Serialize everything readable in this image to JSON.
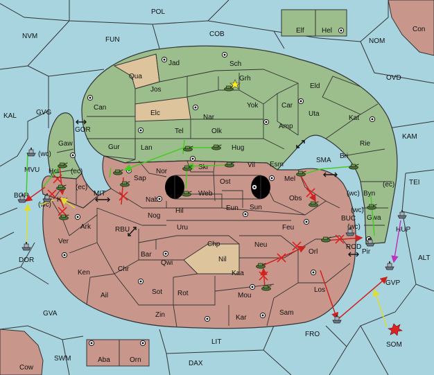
{
  "colors": {
    "sea": "#a8d4e0",
    "green_land": "#9cbe8c",
    "red_land": "#c8968a",
    "tan_land": "#ddc49c",
    "border": "#333333",
    "order_green": "#44cc22",
    "order_red": "#cc2222",
    "order_yellow": "#eeee44",
    "order_magenta": "#bb33bb"
  },
  "sea_regions": {
    "pol": "POL",
    "nvm": "NVM",
    "fun": "FUN",
    "cob": "COB",
    "nom": "NOM",
    "con": "Con",
    "ovd": "OVD",
    "kal": "KAL",
    "gvg": "GVG",
    "kam": "KAM",
    "tei": "TEI",
    "alt": "ALT",
    "gor": "GOR",
    "mit": "MIT",
    "rbu": "RBU",
    "sma": "SMA",
    "buc": "BUC",
    "rod": "ROD",
    "mvu": "MVU",
    "bor": "BOR",
    "dor": "DOR",
    "gva": "GVA",
    "lit": "LIT",
    "fro": "FRO",
    "som": "SOM",
    "gvp": "GVP",
    "hup": "HUP",
    "swm": "SWM",
    "dax": "DAX",
    "cow": "Cow"
  },
  "provinces": {
    "elf": "Elf",
    "hel_n": "Hel",
    "jad": "Jad",
    "sch": "Sch",
    "qua": "Qua",
    "grh": "Grh",
    "jos": "Jos",
    "eld": "Eld",
    "can": "Can",
    "yok": "Yok",
    "car": "Car",
    "elc": "Elc",
    "nar": "Nar",
    "uta": "Uta",
    "kat": "Kat",
    "amp": "Amp",
    "tel": "Tel",
    "olk": "Olk",
    "gur": "Gur",
    "gaw": "Gaw",
    "rie": "Rie",
    "lan": "Lan",
    "hug": "Hug",
    "bri": "Bri",
    "hel_w": "Hel",
    "esm": "Esm",
    "vil": "Vil",
    "skr": "Skr",
    "sap": "Sap",
    "nor": "Nor",
    "ost": "Ost",
    "web": "Web",
    "mel": "Mel",
    "byn": "Byn",
    "kor": "Kor",
    "nab": "Nab",
    "obs": "Obs",
    "eun": "Eun",
    "sun": "Sun",
    "hil": "Hil",
    "gwa": "Gwa",
    "ark": "Ark",
    "nog": "Nog",
    "uru": "Uru",
    "feu": "Feu",
    "pir": "Pir",
    "ver": "Ver",
    "chp": "Chp",
    "neu": "Neu",
    "orl": "Orl",
    "bar": "Bar",
    "qwi": "Qwi",
    "nil": "Nil",
    "ken": "Ken",
    "chr": "Chr",
    "kaa": "Kaa",
    "los": "Los",
    "ail": "Ail",
    "sot": "Sot",
    "rot": "Rot",
    "mou": "Mou",
    "zin": "Zin",
    "kar": "Kar",
    "sam": "Sam",
    "aba": "Aba",
    "orn": "Orn"
  },
  "coast_tags": {
    "wc1": "(wc)",
    "wc2": "(wc)",
    "wc3": "(wc)",
    "wc4": "(wc)",
    "wc5": "(wc)",
    "ec1": "(ec)",
    "ec2": "(ec)",
    "ec3": "(ec)"
  }
}
